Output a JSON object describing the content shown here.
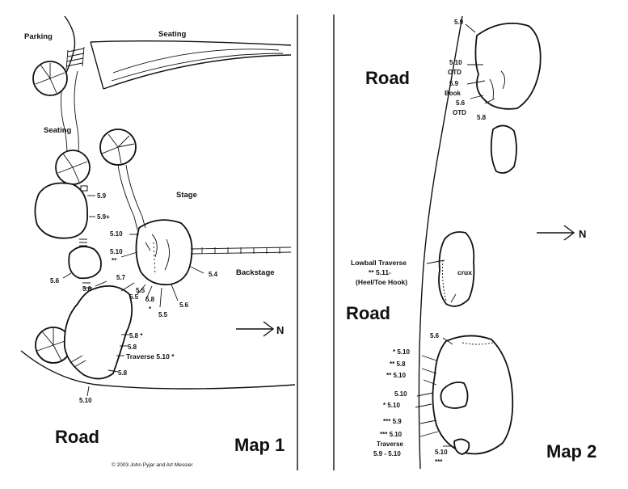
{
  "map1": {
    "places": {
      "parking": "Parking",
      "seating_top": "Seating",
      "seating_left": "Seating",
      "stage": "Stage",
      "backstage": "Backstage",
      "road": "Road"
    },
    "grades": {
      "g59": "5.9",
      "g59p": "5.9+",
      "g510a": "5.10",
      "g510_stars": "**",
      "g56a": "5.6",
      "g56b": "5.6",
      "g57": "5.7",
      "g55a": "5.5",
      "g55b": "5.5",
      "g58a": "5.8",
      "g58_star": "*",
      "g55c": "5.5",
      "g56c": "5.6",
      "g54": "5.4",
      "g58b": "5.8 *",
      "g58c": "5.8",
      "traverse": "Traverse 5.10 *",
      "g58d": "5.8",
      "g510b": "5.10"
    },
    "north_label": "N",
    "title": "Map 1",
    "copyright": "© 2003 John Pyjar and Art Messier"
  },
  "map2": {
    "places": {
      "road_top": "Road",
      "road_bottom": "Road"
    },
    "top_routes": {
      "r1": "5.9",
      "r2": "5.10",
      "r3": "OTD",
      "r4": "5.9",
      "r5": "Book",
      "r6": "5.6",
      "r7": "OTD",
      "r8": "5.8"
    },
    "lowball": {
      "name": "Lowball Traverse",
      "grade": "** 5.11-",
      "note": "(Heel/Toe Hook)",
      "crux": "crux"
    },
    "bottom_routes": {
      "b1": "5.6",
      "b2": "* 5.10",
      "b3": "** 5.8",
      "b4": "** 5.10",
      "b5": "5.10",
      "b6": "* 5.10",
      "b7": "*** 5.9",
      "b8": "*** 5.10",
      "b9": "Traverse",
      "b10": "5.9 - 5.10",
      "b11": "5.10",
      "b12": "***"
    },
    "north_label": "N",
    "title": "Map 2"
  }
}
